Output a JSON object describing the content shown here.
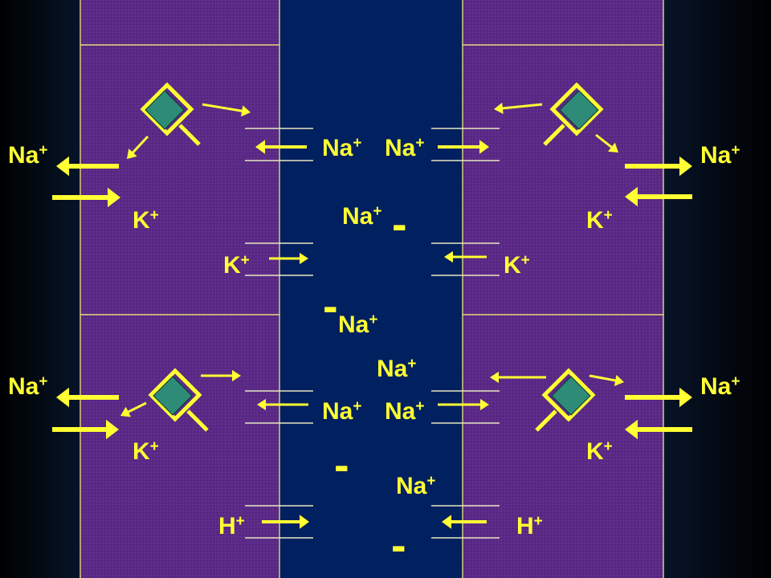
{
  "colors": {
    "background": "#000000",
    "lumen": "#002060",
    "cell": "#5A2A86",
    "label": "#FFFF33",
    "pump": "#2E8B78",
    "cell_border": "#D8CC7A",
    "channel": "#E8E8C0"
  },
  "ions": {
    "na": {
      "base": "Na",
      "charge": "+"
    },
    "k": {
      "base": "K",
      "charge": "+"
    },
    "h": {
      "base": "H",
      "charge": "+"
    }
  },
  "negative_charge": "-",
  "labels": [
    {
      "id": "basolateral-na-top-left",
      "ion": "na"
    },
    {
      "id": "basolateral-k-top-left",
      "ion": "k"
    },
    {
      "id": "basolateral-na-top-right",
      "ion": "na"
    },
    {
      "id": "basolateral-k-top-right",
      "ion": "k"
    },
    {
      "id": "apical-na-top-left",
      "ion": "na"
    },
    {
      "id": "apical-na-top-right",
      "ion": "na"
    },
    {
      "id": "apical-k-top-left",
      "ion": "k"
    },
    {
      "id": "apical-k-top-right",
      "ion": "k"
    },
    {
      "id": "lumen-na-1",
      "ion": "na"
    },
    {
      "id": "lumen-na-2",
      "ion": "na"
    },
    {
      "id": "lumen-na-3",
      "ion": "na"
    },
    {
      "id": "lumen-na-4",
      "ion": "na"
    },
    {
      "id": "basolateral-na-bottom-left",
      "ion": "na"
    },
    {
      "id": "basolateral-k-bottom-left",
      "ion": "k"
    },
    {
      "id": "basolateral-na-bottom-right",
      "ion": "na"
    },
    {
      "id": "basolateral-k-bottom-right",
      "ion": "k"
    },
    {
      "id": "apical-na-bottom-left",
      "ion": "na"
    },
    {
      "id": "apical-na-bottom-right",
      "ion": "na"
    },
    {
      "id": "apical-h-left",
      "ion": "h"
    },
    {
      "id": "apical-h-right",
      "ion": "h"
    }
  ]
}
